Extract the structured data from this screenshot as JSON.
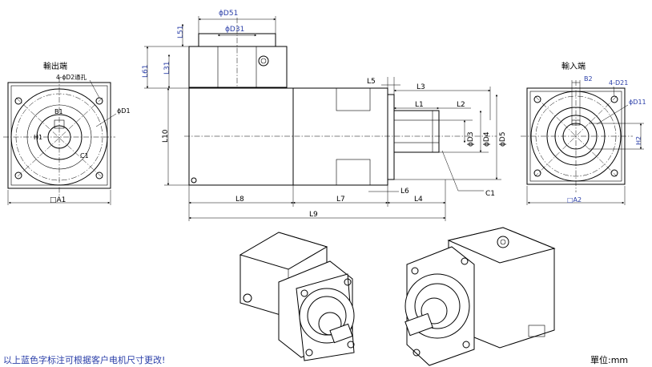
{
  "views": {
    "output_title": "輸出端",
    "input_title": "輸入端"
  },
  "labels": {
    "D51": "ϕD51",
    "D31": "ϕD31",
    "L51": "L51",
    "L61": "L61",
    "L31": "L31",
    "L10": "L10",
    "L5": "L5",
    "L3": "L3",
    "L1": "L1",
    "L2": "L2",
    "D3": "ϕD3",
    "D4": "ϕD4",
    "D5": "ϕD5",
    "C1_side": "C1",
    "L6": "L6",
    "L4": "L4",
    "L7": "L7",
    "L8": "L8",
    "L9": "L9",
    "out_holes": "4-ϕD2通孔",
    "out_B1": "B1",
    "out_H1": "H1",
    "out_C1": "C1",
    "out_D1": "ϕD1",
    "out_A1": "□A1",
    "in_B2": "B2",
    "in_holes": "4-D21",
    "in_D11": "ϕD11",
    "in_H2": "H2",
    "in_A2": "□A2"
  },
  "footer": {
    "note": "以上蓝色字标注可根据客户电机尺寸更改!",
    "unit": "單位:mm"
  }
}
